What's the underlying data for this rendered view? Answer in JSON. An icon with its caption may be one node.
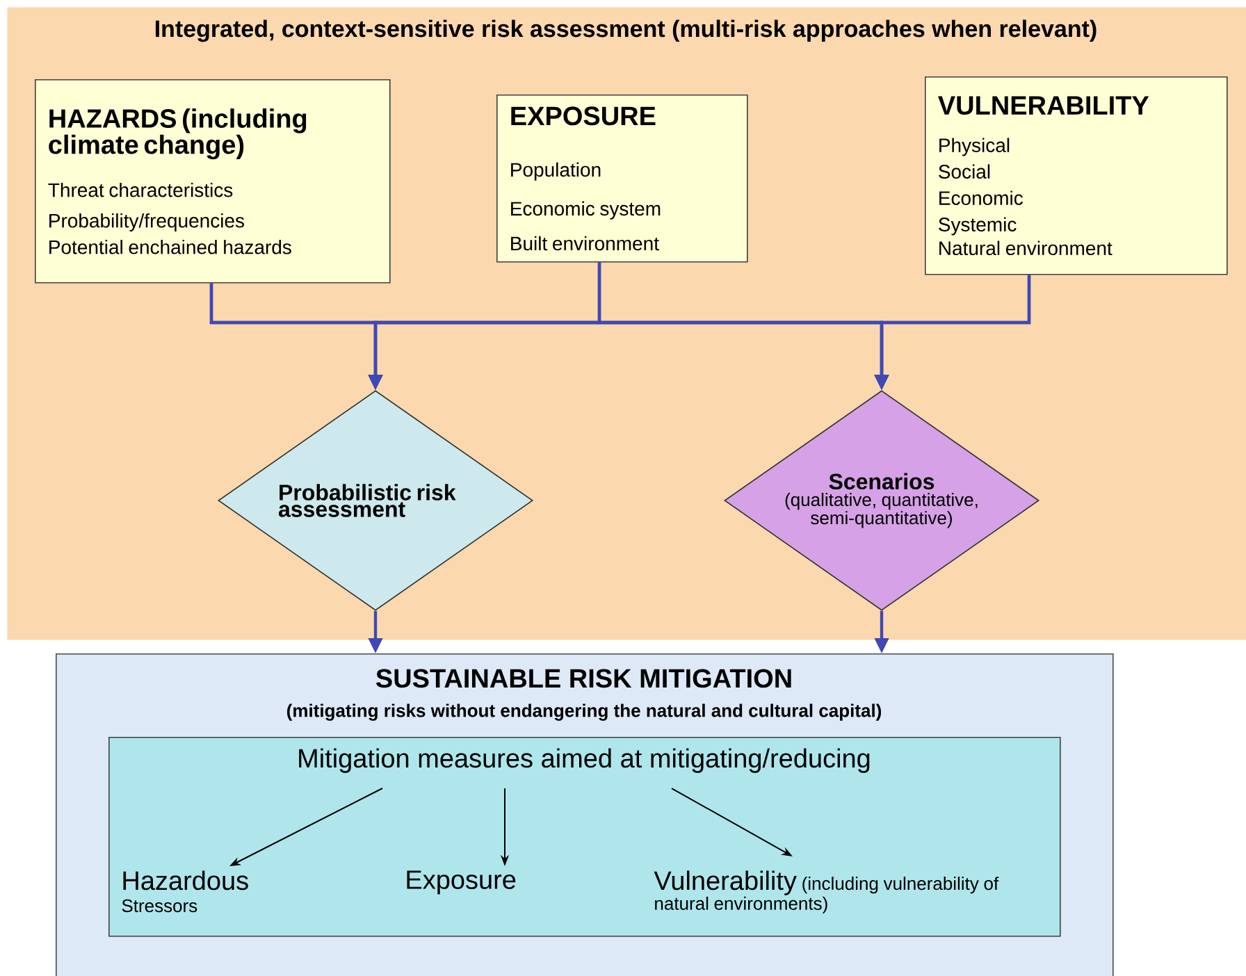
{
  "diagram": {
    "nodes": [
      {
        "text": [
          "Integrated, context-sensitive risk assessment (multi-risk approaches when relevant)"
        ]
      },
      {
        "text": [
          "HAZARDS (including climate change)",
          "Threat characteristics",
          "Probability/frequencies",
          "Potential enchained hazards"
        ],
        "in": 0
      },
      {
        "text": [
          "EXPOSURE",
          "Population",
          "Economic system",
          "Built environment"
        ],
        "in": 0
      },
      {
        "text": [
          "VULNERABILITY",
          "Physical",
          "Social",
          "Economic",
          "Systemic",
          "Natural environment"
        ],
        "in": 0
      },
      {
        "text": [
          "Probabilistic risk assessment"
        ],
        "in": 0
      },
      {
        "text": [
          "Scenarios",
          "(qualitative, quantitative, semi-quantitative)"
        ],
        "in": 0
      },
      {
        "text": [
          "SUSTAINABLE RISK MITIGATION",
          "(mitigating risks without endangering the natural and cultural capital)"
        ]
      },
      {
        "text": [
          "Mitigation measures aimed at mitigating/reducing"
        ],
        "in": 6
      },
      {
        "text": [
          "Hazardous",
          "Stressors"
        ],
        "in": 7
      },
      {
        "text": [
          "Exposure"
        ],
        "in": 7
      },
      {
        "text": [
          "Vulnerability",
          "(including vulnerability of natural environments)"
        ],
        "in": 7
      }
    ],
    "edges": [
      {
        "from": 1,
        "to": 4,
        "arrow": "to"
      },
      {
        "from": 2,
        "to": 4,
        "arrow": "to"
      },
      {
        "from": 3,
        "to": 4,
        "arrow": "to"
      },
      {
        "from": 1,
        "to": 5,
        "arrow": "to"
      },
      {
        "from": 2,
        "to": 5,
        "arrow": "to"
      },
      {
        "from": 3,
        "to": 5,
        "arrow": "to"
      },
      {
        "from": 4,
        "to": 6,
        "arrow": "to"
      },
      {
        "from": 5,
        "to": 6,
        "arrow": "to"
      },
      {
        "from": 7,
        "to": 8,
        "arrow": "to",
        "color": "#000000"
      },
      {
        "from": 7,
        "to": 9,
        "arrow": "to",
        "color": "#000000"
      },
      {
        "from": 7,
        "to": 10,
        "arrow": "to",
        "color": "#000000"
      }
    ]
  }
}
